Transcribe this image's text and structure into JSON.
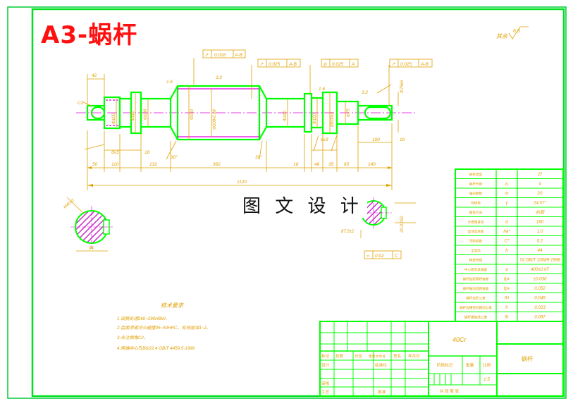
{
  "drawing": {
    "title": "A3-蜗杆",
    "watermark": "图 文 设 计",
    "roughness_note_label": "其余",
    "roughness_note_value": "6.3",
    "tolerances": [
      {
        "symbol": "↗",
        "value": "0.018",
        "datum": "A-B"
      },
      {
        "symbol": "↗",
        "value": "0.025",
        "datum": "A-B"
      },
      {
        "symbol": "◎",
        "value": "0.025",
        "datum": "A"
      },
      {
        "symbol": "↗",
        "value": "0.025",
        "datum": "A-B"
      },
      {
        "symbol": "=",
        "value": "0.02",
        "datum": "C"
      }
    ],
    "dimensions_bottom": [
      "50",
      "110",
      "132",
      "362",
      "18",
      "46",
      "35",
      "65",
      "140"
    ],
    "total_length": "1120",
    "dim_labels": [
      "42",
      "C2",
      "6x3",
      "18",
      "30°",
      "30°",
      "1.6",
      "3.2",
      "3.2",
      "1.6",
      "6x3",
      "100",
      "18"
    ],
    "section_dims": [
      "M40x2",
      "94",
      "87.5±2",
      "0.02"
    ],
    "tech_title": "技术要求",
    "tech_items": [
      "1.调质处理260~290HBW。",
      "2.齿面渗碳淬火硬度45~50HRC，有效层深1~2。",
      "3.未注倒角C2。",
      "4.两端中心孔B6/22.4 GB/T 4459.5-1999"
    ],
    "param_table": [
      {
        "name": "蜗杆类型",
        "sym": "",
        "val": "ZI"
      },
      {
        "name": "蜗杆头数",
        "sym": "z₁",
        "val": "4"
      },
      {
        "name": "轴向模数",
        "sym": "m",
        "val": "20"
      },
      {
        "name": "导程角",
        "sym": "γ",
        "val": "24.57°"
      },
      {
        "name": "螺旋方向",
        "sym": "",
        "val": "右旋"
      },
      {
        "name": "分度圆直径",
        "sym": "d",
        "val": "160"
      },
      {
        "name": "齿顶高系数",
        "sym": "ha*",
        "val": "1.0"
      },
      {
        "name": "顶隙系数",
        "sym": "C*",
        "val": "0.2"
      },
      {
        "name": "全齿高",
        "sym": "h",
        "val": "44"
      },
      {
        "name": "精度等级",
        "sym": "",
        "val": "7d GB/T 10089-1988"
      },
      {
        "name": "中心距及其偏差",
        "sym": "a",
        "val": "400±0.07"
      },
      {
        "name": "蜗杆齿距累积偏差",
        "sym": "fpx",
        "val": "±0.030"
      },
      {
        "name": "蜗杆轴向齿距偏差",
        "sym": "fpx",
        "val": "0.052"
      },
      {
        "name": "蜗杆齿形公差",
        "sym": "fH",
        "val": "0.049"
      },
      {
        "name": "蜗杆齿槽径向跳动公差",
        "sym": "fr",
        "val": "0.023"
      },
      {
        "name": "蜗杆螺旋线公差",
        "sym": "fh",
        "val": "0.087"
      }
    ],
    "titleblock": {
      "material": "40Cr",
      "part_name": "蜗杆",
      "scale": "1:5",
      "row_labels": [
        "标记",
        "处数",
        "分区",
        "更改文件号",
        "签名",
        "年月日"
      ],
      "design": "设计",
      "standardize": "标准化",
      "stage": "阶段标记",
      "weight": "重量",
      "ratio": "比例",
      "review": "审核",
      "process": "工艺",
      "approve": "批准",
      "sheets": "共 张 第 张"
    }
  }
}
